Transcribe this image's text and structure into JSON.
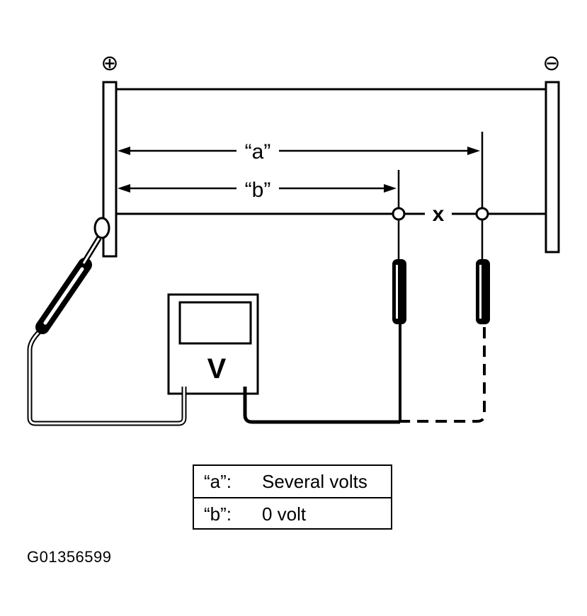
{
  "diagram": {
    "positive_symbol": "⊕",
    "negative_symbol": "⊖",
    "dimension_a_label": "“a”",
    "dimension_b_label": "“b”",
    "break_mark": "x",
    "meter_label": "V"
  },
  "legend": {
    "rows": [
      {
        "key": "“a”:",
        "value": "Several volts"
      },
      {
        "key": "“b”:",
        "value": "0 volt"
      }
    ]
  },
  "figure_id": "G01356599"
}
